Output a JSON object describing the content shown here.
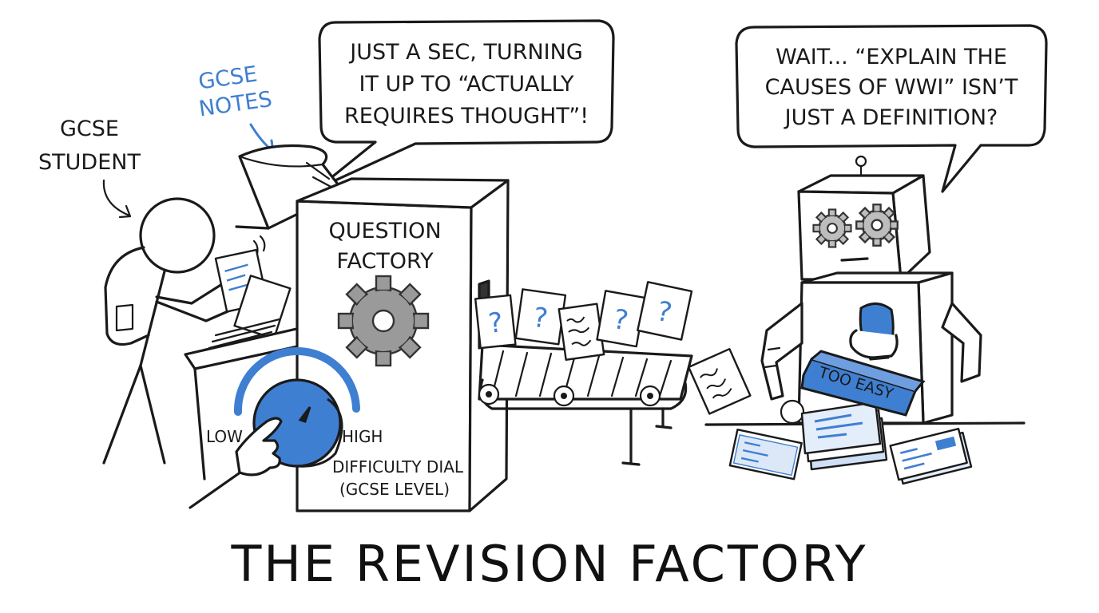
{
  "title": "THE REVISION FACTORY",
  "student": {
    "label_line1": "GCSE",
    "label_line2": "STUDENT"
  },
  "notes": {
    "label_line1": "GCSE",
    "label_line2": "NOTES"
  },
  "machine": {
    "label_line1": "QUESTION",
    "label_line2": "FACTORY",
    "dial": {
      "low": "LOW",
      "high": "HIGH",
      "caption_line1": "DIFFICULTY DIAL",
      "caption_line2": "(GCSE LEVEL)"
    }
  },
  "speech_left": {
    "line1": "JUST A SEC, TURNING",
    "line2": "IT UP TO “ACTUALLY",
    "line3": "REQUIRES THOUGHT”!"
  },
  "speech_right": {
    "line1": "WAIT... “EXPLAIN THE",
    "line2": "CAUSES OF WWI” ISN’T",
    "line3": "JUST A DEFINITION?"
  },
  "robot": {
    "stamp_label": "TOO EASY"
  },
  "cards": {
    "question_mark": "?"
  },
  "colors": {
    "accent": "#3f7fd1",
    "ink": "#1a1a1a",
    "gear_gray": "#9a9a9a"
  }
}
